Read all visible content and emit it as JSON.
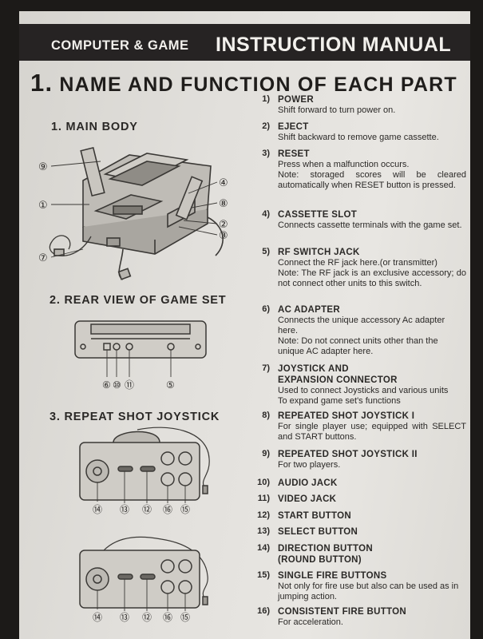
{
  "banner": {
    "subtitle": "COMPUTER & GAME",
    "title": "INSTRUCTION  MANUAL"
  },
  "heading": {
    "number": "1.",
    "text": "NAME AND FUNCTION OF EACH PART"
  },
  "sections": {
    "main_body": "1. MAIN BODY",
    "rear_view": "2. REAR VIEW OF GAME SET",
    "joystick": "3. REPEAT SHOT JOYSTICK"
  },
  "callouts": {
    "main_body": [
      "⑨",
      "①",
      "⑦",
      "④",
      "⑧",
      "②",
      "③"
    ],
    "rear_view": [
      "⑥",
      "⑩",
      "⑪",
      "⑤"
    ],
    "joystick_top": [
      "⑭",
      "⑬",
      "⑫",
      "⑯",
      "⑮"
    ],
    "joystick_bottom": [
      "⑭",
      "⑬",
      "⑫",
      "⑯",
      "⑮"
    ]
  },
  "items": [
    {
      "num": "1)",
      "title": [
        "POWER"
      ],
      "desc": [
        "Shift forward to turn power on."
      ]
    },
    {
      "num": "2)",
      "title": [
        "EJECT"
      ],
      "desc": [
        "Shift backward to remove game cassette."
      ]
    },
    {
      "num": "3)",
      "title": [
        "RESET"
      ],
      "desc": [
        "Press when a malfunction occurs.",
        "Note: storaged scores will be cleared automatically when RESET button is pressed."
      ]
    },
    {
      "num": "4)",
      "title": [
        "CASSETTE SLOT"
      ],
      "desc": [
        "Connects cassette terminals with the game set."
      ]
    },
    {
      "num": "5)",
      "title": [
        "RF SWITCH JACK"
      ],
      "desc": [
        "Connect the RF jack here.(or transmitter)",
        "Note: The RF jack is an exclusive accessory; do not connect other units to this switch."
      ]
    },
    {
      "num": "6)",
      "title": [
        "AC ADAPTER"
      ],
      "desc": [
        "Connects the unique accessory Ac adapter here.",
        "Note: Do not connect units other than the unique AC adapter here."
      ]
    },
    {
      "num": "7)",
      "title": [
        "JOYSTICK AND",
        "EXPANSION CONNECTOR"
      ],
      "desc": [
        "Used to connect Joysticks and various units",
        "To expand game set's functions"
      ]
    },
    {
      "num": "8)",
      "title": [
        "REPEATED SHOT JOYSTICK I"
      ],
      "desc": [
        "For single player use; equipped with SELECT and START buttons."
      ]
    },
    {
      "num": "9)",
      "title": [
        "REPEATED SHOT JOYSTICK II"
      ],
      "desc": [
        "For two players."
      ]
    },
    {
      "num": "10)",
      "title": [
        "AUDIO JACK"
      ],
      "desc": []
    },
    {
      "num": "11)",
      "title": [
        "VIDEO JACK"
      ],
      "desc": []
    },
    {
      "num": "12)",
      "title": [
        "START BUTTON"
      ],
      "desc": []
    },
    {
      "num": "13)",
      "title": [
        "SELECT BUTTON"
      ],
      "desc": []
    },
    {
      "num": "14)",
      "title": [
        "DIRECTION BUTTON",
        "(ROUND BUTTON)"
      ],
      "desc": []
    },
    {
      "num": "15)",
      "title": [
        "SINGLE FIRE BUTTONS"
      ],
      "desc": [
        "Not only for fire use but also can be used as in jumping action."
      ]
    },
    {
      "num": "16)",
      "title": [
        "CONSISTENT FIRE BUTTON"
      ],
      "desc": [
        "For acceleration."
      ]
    }
  ]
}
